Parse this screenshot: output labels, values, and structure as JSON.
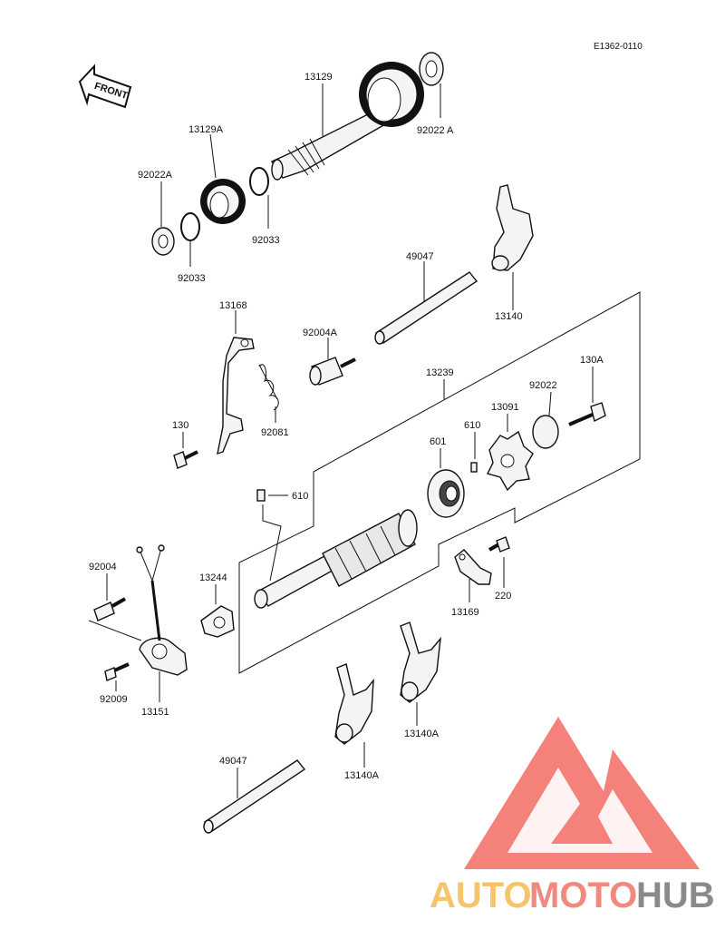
{
  "header": {
    "diagram_code": "E1362-0110"
  },
  "front_arrow": {
    "label": "FRONT"
  },
  "parts": {
    "p13129": "13129",
    "p92022A_top": "92022 A",
    "p13129A": "13129A",
    "p92022A_left": "92022A",
    "p92033_a": "92033",
    "p92033_b": "92033",
    "p49047_top": "49047",
    "p13140": "13140",
    "p13168": "13168",
    "p92004A": "92004A",
    "p13239": "13239",
    "p92022": "92022",
    "p130A": "130A",
    "p13091": "13091",
    "p610_a": "610",
    "p601": "601",
    "p130": "130",
    "p92081": "92081",
    "p610_b": "610",
    "p92004": "92004",
    "p13244": "13244",
    "p220": "220",
    "p13169": "13169",
    "p92009": "92009",
    "p13151": "13151",
    "p13140A_a": "13140A",
    "p13140A_b": "13140A",
    "p49047_bottom": "49047"
  },
  "watermark": {
    "auto": "AUTO",
    "moto": "MOTO",
    "hub": "HUB",
    "colors": {
      "auto": "#f6c56b",
      "moto": "#f08a7e",
      "hub": "#8a8a8a",
      "triangle": "#f26b63"
    }
  }
}
